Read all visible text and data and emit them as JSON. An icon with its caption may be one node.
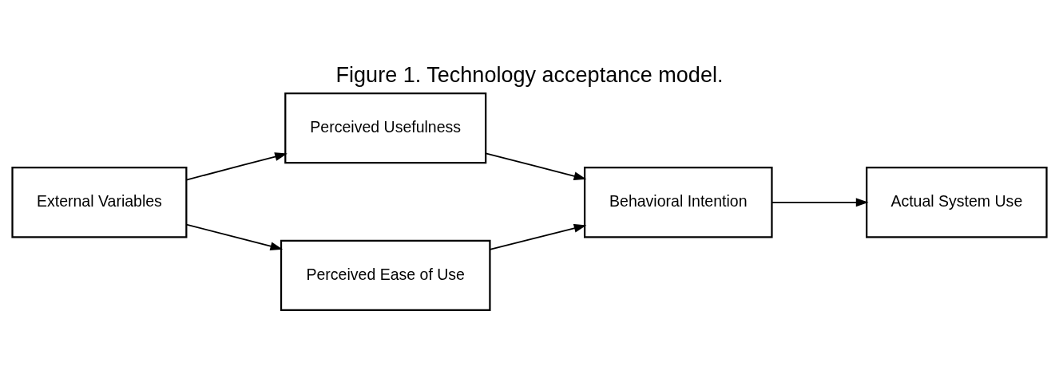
{
  "diagram": {
    "title": "Figure 1. Technology acceptance model.",
    "nodes": [
      {
        "text": [
          "External Variables"
        ]
      },
      {
        "text": [
          "Perceived Usefulness"
        ]
      },
      {
        "text": [
          "Perceived Ease of Use"
        ]
      },
      {
        "text": [
          "Behavioral Intention"
        ]
      },
      {
        "text": [
          "Actual System Use"
        ]
      }
    ],
    "edges": [
      {
        "from": 0,
        "to": 1,
        "arrow": "to"
      },
      {
        "from": 0,
        "to": 2,
        "arrow": "to"
      },
      {
        "from": 1,
        "to": 3,
        "arrow": "to"
      },
      {
        "from": 2,
        "to": 3,
        "arrow": "to"
      },
      {
        "from": 3,
        "to": 4,
        "arrow": "to"
      }
    ]
  }
}
